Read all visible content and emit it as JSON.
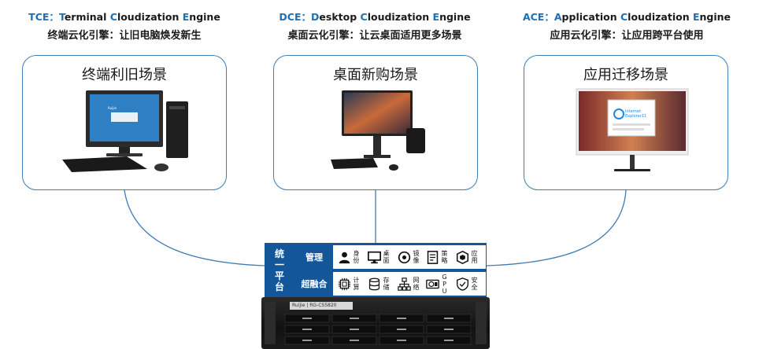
{
  "engines": [
    {
      "abbr": "TCE",
      "sep": "：",
      "w1_cap": "T",
      "w1_rest": "erminal ",
      "w2_cap": "C",
      "w2_rest": "loudization ",
      "w3_cap": "E",
      "w3_rest": "ngine",
      "subtitle": "终端云化引擎：让旧电脑焕发新生",
      "card_title": "终端利旧场景"
    },
    {
      "abbr": "DCE",
      "sep": "：",
      "w1_cap": "D",
      "w1_rest": "esktop ",
      "w2_cap": "C",
      "w2_rest": "loudization ",
      "w3_cap": "E",
      "w3_rest": "ngine",
      "subtitle": "桌面云化引擎：让云桌面适用更多场景",
      "card_title": "桌面新购场景"
    },
    {
      "abbr": "ACE",
      "sep": "：",
      "w1_cap": "A",
      "w1_rest": "pplication ",
      "w2_cap": "C",
      "w2_rest": "loudization ",
      "w3_cap": "E",
      "w3_rest": "ngine",
      "subtitle": "应用云化引擎：让应用跨平台使用",
      "card_title": "应用迁移场景"
    }
  ],
  "screens": {
    "login_brand": "Ruijie",
    "ie_title_1": "Internet",
    "ie_title_2": "Explorer11"
  },
  "platform": {
    "side_label": [
      "统",
      "一",
      "平",
      "台"
    ],
    "management": {
      "label": "管理",
      "modules": [
        {
          "icon": "user-icon",
          "label": "身份"
        },
        {
          "icon": "monitor-icon",
          "label": "桌面"
        },
        {
          "icon": "disc-icon",
          "label": "镜像"
        },
        {
          "icon": "document-icon",
          "label": "策略"
        },
        {
          "icon": "cube-icon",
          "label": "应用"
        }
      ]
    },
    "hci": {
      "label": "超融合",
      "modules": [
        {
          "icon": "chip-icon",
          "label": "计算"
        },
        {
          "icon": "database-icon",
          "label": "存储"
        },
        {
          "icon": "network-icon",
          "label": "网络"
        },
        {
          "icon": "gpu-icon",
          "label": "GPU"
        },
        {
          "icon": "shield-icon",
          "label": "安全"
        }
      ]
    }
  },
  "server": {
    "brand": "Ruijie | RG-CS5820"
  },
  "colors": {
    "accent_blue": "#1e6fb3",
    "panel_blue": "#14569a",
    "card_border": "#3d7cb4",
    "line": "#3d7cb4"
  }
}
